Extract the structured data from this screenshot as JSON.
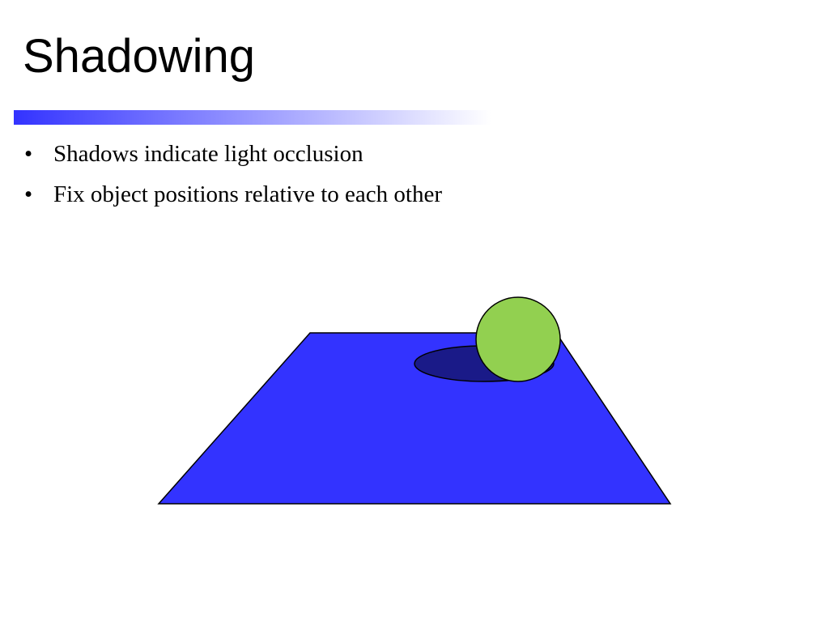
{
  "slide": {
    "title": "Shadowing",
    "bullets": [
      "Shadows indicate light occlusion",
      "Fix object positions relative to each other"
    ],
    "bullet_glyph": "•"
  },
  "colors": {
    "accent_bar": "#3333ff",
    "plane": "#3333ff",
    "shadow": "#1a1a88",
    "ball": "#92d050",
    "outline": "#000000"
  }
}
